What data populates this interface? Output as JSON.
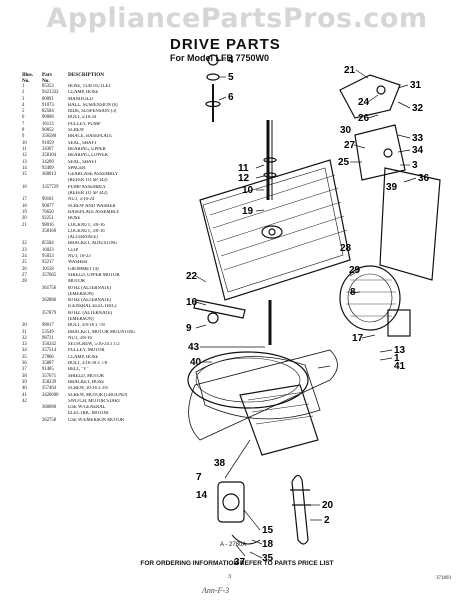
{
  "watermark": "AppliancePartsPros.com",
  "title": "DRIVE PARTS",
  "subtitle": "For Model LFB 7750W0",
  "table": {
    "headers": [
      [
        "Illus.",
        "No."
      ],
      [
        "Part",
        "No."
      ],
      [
        "",
        "DESCRIPTION"
      ]
    ],
    "rows": [
      [
        "1",
        "85353",
        "HOSE, TUB OUTLET"
      ],
      [
        "2",
        "9421332",
        "CLAMP, HOSE"
      ],
      [
        "3",
        "80091",
        "MANIFOLD"
      ],
      [
        "4",
        "91073",
        "BALL, SUSPENSION (6)"
      ],
      [
        "5",
        "82584",
        "RIDE, SUSPENSION (3)"
      ],
      [
        "6",
        "90008",
        "BOLT, 5/16-24"
      ],
      [
        "7",
        "16113",
        "PULLEY, PUMP"
      ],
      [
        "8",
        "90052",
        "SCREW"
      ],
      [
        "9",
        "356580",
        "BRACE, BASEPLATE"
      ],
      [
        "10",
        "91059",
        "SEAL, SHAFT"
      ],
      [
        "11",
        "34307",
        "BEARING, UPPER"
      ],
      [
        "12",
        "358104",
        "BEARING, LOWER"
      ],
      [
        "13",
        "34209",
        "SEAL, SHAFT"
      ],
      [
        "14",
        "92409",
        "SPACER"
      ],
      [
        "15",
        "360013",
        "GEARCASE ASSEMBLY"
      ],
      [
        "",
        "",
        "(REFER TO SP 342)"
      ],
      [
        "16",
        "3357729",
        "PUMP ASSEMBLY"
      ],
      [
        "",
        "",
        "(REFER TO SP 342)"
      ],
      [
        "17",
        "90101",
        "NUT, 5/16-24"
      ],
      [
        "18",
        "90077",
        "SCREW AND WASHER"
      ],
      [
        "19",
        "76650",
        "BASEPLATE ASSEMBLY"
      ],
      [
        "20",
        "92251",
        "HOSE"
      ],
      [
        "21",
        "98016",
        "LOCKNUT, 3/8-16"
      ],
      [
        "",
        "358160",
        "LOCKNUT, 3/8-16"
      ],
      [
        "",
        "",
        "(ALTERNATE)"
      ],
      [
        "22",
        "85584",
        "BRACKET, ADJUSTING"
      ],
      [
        "23",
        "16023",
        "CLIP"
      ],
      [
        "24",
        "95033",
        "NUT, 10-23"
      ],
      [
        "25",
        "92217",
        "WASHER"
      ],
      [
        "26",
        "10158",
        "GROMMET (4)"
      ],
      [
        "27",
        "357665",
        "SHIELD, UPPER MOTOR"
      ],
      [
        "28",
        "",
        "MOTOR"
      ],
      [
        "",
        "361756",
        "60 HZ (ALTERNATE)"
      ],
      [
        "",
        "",
        "(EMERSON)"
      ],
      [
        "",
        "362886",
        "60 HZ (ALTERNATE)"
      ],
      [
        "",
        "",
        "(GENERAL ELECTRIC)"
      ],
      [
        "",
        "357879",
        "60 HZ. (ALTERNATE)"
      ],
      [
        "",
        "",
        "(EMERSON)"
      ],
      [
        "30",
        "98017",
        "BOLT, 3/8-16 x 7/8"
      ],
      [
        "31",
        "53549",
        "BRACKET, MOTOR MOUNTING"
      ],
      [
        "32",
        "98721",
        "NUT, 3/8-16"
      ],
      [
        "33",
        "350242",
        "SETSCREW, 5/16-24 x 1/2"
      ],
      [
        "34",
        "357514",
        "PULLEY, MOTOR"
      ],
      [
        "35",
        "27866",
        "CLAMP, HOSE"
      ],
      [
        "36",
        "35887",
        "BOLT, 3/16-18 x 7/8"
      ],
      [
        "37",
        "91405",
        "BELT, \"V\""
      ],
      [
        "38",
        "357671",
        "SHIELD, MOTOR"
      ],
      [
        "39",
        "358239",
        "BRACKET, HOSE"
      ],
      [
        "40",
        "357464",
        "SCREW, 10-16 x 3/8"
      ],
      [
        "41",
        "3420600",
        "SCREW, MOTOR (GROUND)"
      ],
      [
        "42",
        "",
        "SWITCH, MOTOR START"
      ],
      [
        "",
        "360080",
        "USE W/GENERAL"
      ],
      [
        "",
        "",
        "ELECTRIC MOTOR"
      ],
      [
        "",
        "362758",
        "USE W/EMERSON MOTOR"
      ]
    ]
  },
  "callouts": [
    "4",
    "5",
    "6",
    "21",
    "31",
    "24",
    "32",
    "26",
    "30",
    "33",
    "34",
    "27",
    "25",
    "3",
    "36",
    "39",
    "11",
    "12",
    "10",
    "19",
    "28",
    "22",
    "16",
    "29",
    "8",
    "9",
    "17",
    "43",
    "13",
    "1",
    "41",
    "40",
    "38",
    "7",
    "14",
    "15",
    "18",
    "35",
    "20",
    "2",
    "37"
  ],
  "figure_ref": "A - 2780A",
  "footer": "FOR ORDERING INFORMATION REFER TO PARTS PRICE LIST",
  "page_number": "3",
  "doc_code": "371893",
  "handwriting": "Ann-F-3"
}
